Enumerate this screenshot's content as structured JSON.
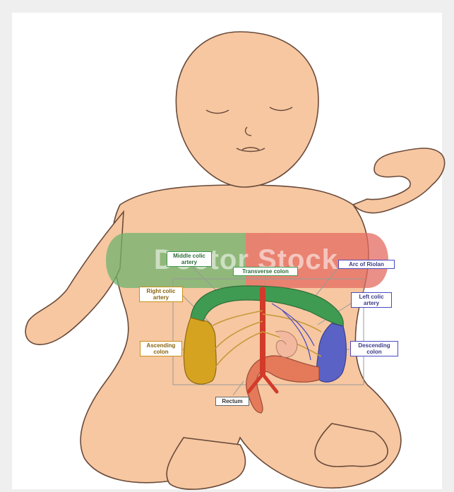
{
  "watermark": {
    "text": "Doctor Stock"
  },
  "labels": {
    "middle_colic_artery": "Middle colic\nartery",
    "transverse_colon": "Transverse colon",
    "arc_of_riolan": "Arc of Riolan",
    "right_colic_artery": "Right colic\nartery",
    "left_colic_artery": "Left colic\nartery",
    "ascending_colon": "Ascending\ncolon",
    "descending_colon": "Descending\ncolon",
    "rectum": "Rectum"
  },
  "colors": {
    "skin": "#f6c7a1",
    "outline": "#6a4a3a",
    "transverse_colon": "#3f9b52",
    "ascending_colon": "#d6a321",
    "descending_colon": "#5a62c6",
    "artery": "#d23a2a",
    "rectum": "#e47a5a",
    "watermark_green": "#6fb36d",
    "watermark_red": "#e46b60",
    "label_green": "#3f9b52",
    "label_blue": "#4a4ac0",
    "label_orange": "#c8901a"
  }
}
